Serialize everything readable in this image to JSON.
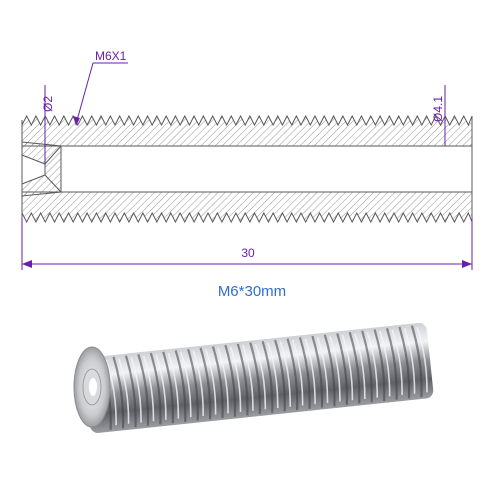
{
  "drawing": {
    "thread_callout": "M6X1",
    "inner_bore_diameter": "Ø2",
    "bore_diameter": "Ø4.1",
    "length_dimension": "30",
    "title": "M6*30mm"
  },
  "colors": {
    "outline": "#5a5a5a",
    "hatch": "#777777",
    "dimension": "#6a1fa8",
    "title": "#2f6fd0",
    "metal_dark": "#6e7075",
    "metal_light": "#e6e7ea"
  }
}
